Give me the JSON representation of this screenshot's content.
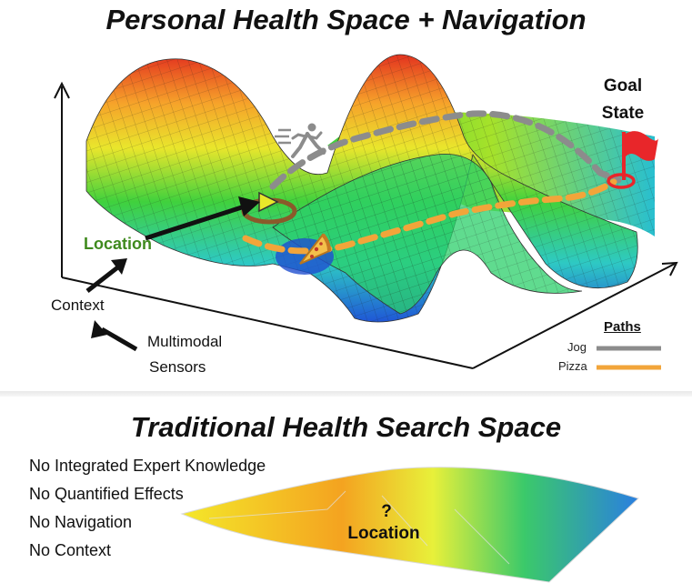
{
  "top": {
    "title": "Personal Health Space + Navigation",
    "goal_line1": "Goal",
    "goal_line2": "State",
    "location_label": "Location",
    "context_label": "Context",
    "sensors_line1": "Multimodal",
    "sensors_line2": "Sensors",
    "legend": {
      "title": "Paths",
      "items": [
        {
          "label": "Jog",
          "color": "#8c8c8c"
        },
        {
          "label": "Pizza",
          "color": "#f2a53a"
        }
      ]
    },
    "icons": [
      "runner-icon",
      "pizza-slice-icon",
      "flag-icon",
      "location-marker-icon"
    ]
  },
  "bottom": {
    "title": "Traditional Health Search Space",
    "list": [
      "No Integrated Expert Knowledge",
      "No Quantified Effects",
      "No Navigation",
      "No Context"
    ],
    "plane_question": "?",
    "plane_label": "Location"
  },
  "colors": {
    "surface_high": "#e8321e",
    "surface_mid": "#3fcf3c",
    "surface_low": "#1e5fd6",
    "flag": "#e8262a"
  }
}
